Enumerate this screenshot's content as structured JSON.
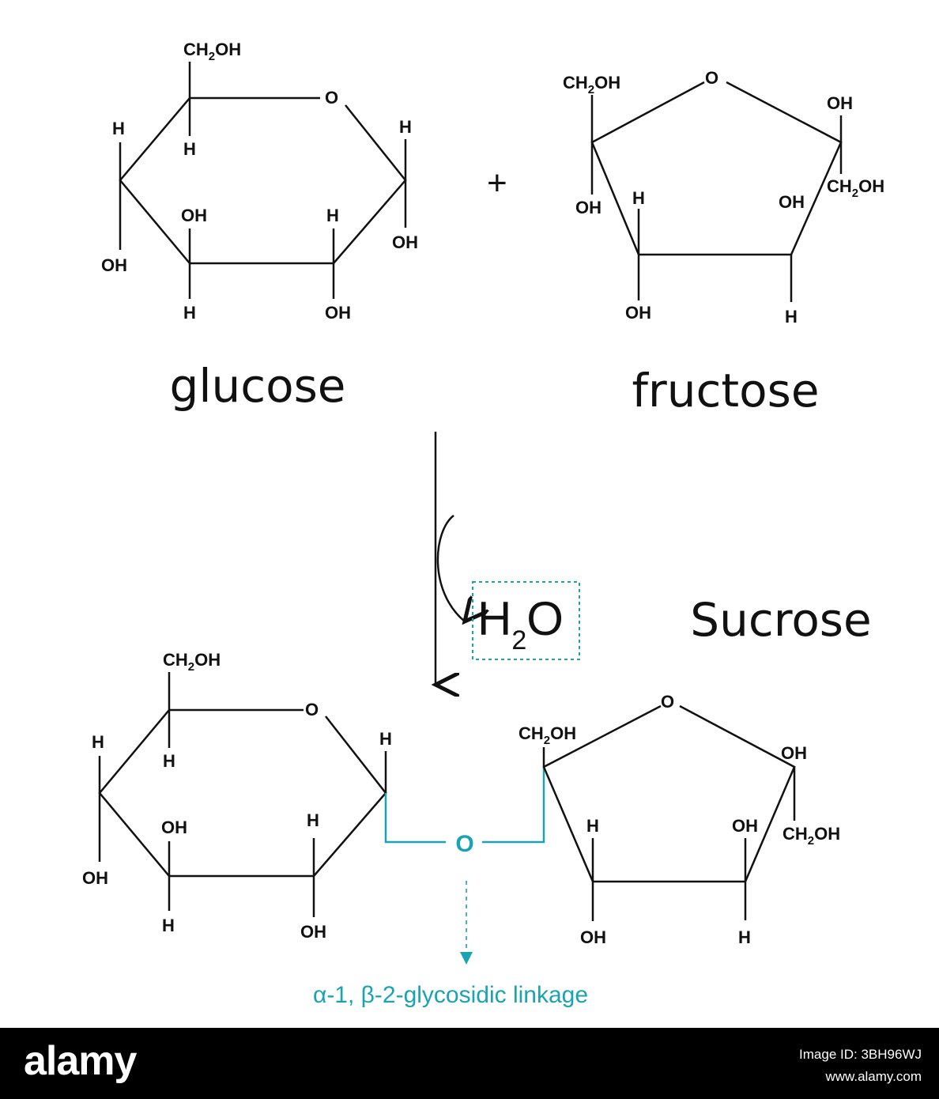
{
  "labels": {
    "glucose": "glucose",
    "fructose": "fructose",
    "plus": "+",
    "sucrose": "Sucrose",
    "water_h": "H",
    "water_sub": "2",
    "water_o": "O",
    "linkage_caption": "α-1, β-2-glycosidic linkage",
    "linkage_o": "O"
  },
  "atoms": {
    "ch2oh_main": "CH",
    "ch2oh_sub": "2",
    "ch2oh_tail": "OH",
    "o": "O",
    "h": "H",
    "oh": "OH"
  },
  "colors": {
    "bond": "#111111",
    "linkage": "#1aa3b0",
    "footer_bg": "#000000"
  },
  "footer": {
    "brand": "alamy",
    "image_id": "Image ID: 3BH96WJ",
    "url": "www.alamy.com"
  }
}
